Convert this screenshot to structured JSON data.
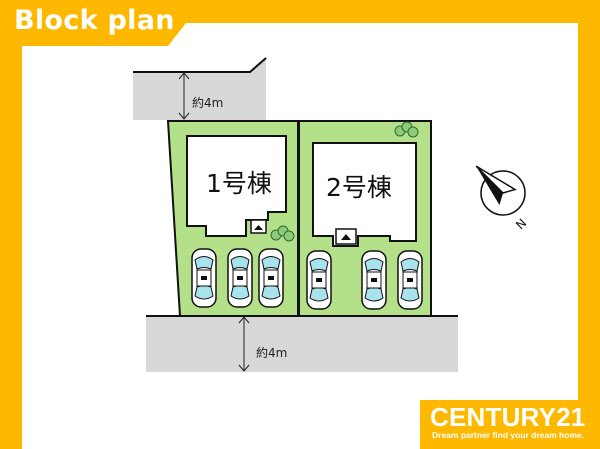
{
  "title": "Block plan",
  "lots": [
    {
      "label": "1号棟"
    },
    {
      "label": "2号棟"
    }
  ],
  "roads": {
    "north_width_label": "約4m",
    "south_width_label": "約4m"
  },
  "compass": {
    "direction_label": "N"
  },
  "brand": {
    "name": "CENTURY21",
    "tagline": "Dream partner find your dream home."
  },
  "colors": {
    "frame": "#FFB800",
    "lot_fill": "#B5E08A",
    "road_fill": "#D8D8D8",
    "car": "#A8E2EC"
  },
  "icons": [
    "house-entrance-icon",
    "shrub-icon",
    "car-icon",
    "compass-icon"
  ]
}
